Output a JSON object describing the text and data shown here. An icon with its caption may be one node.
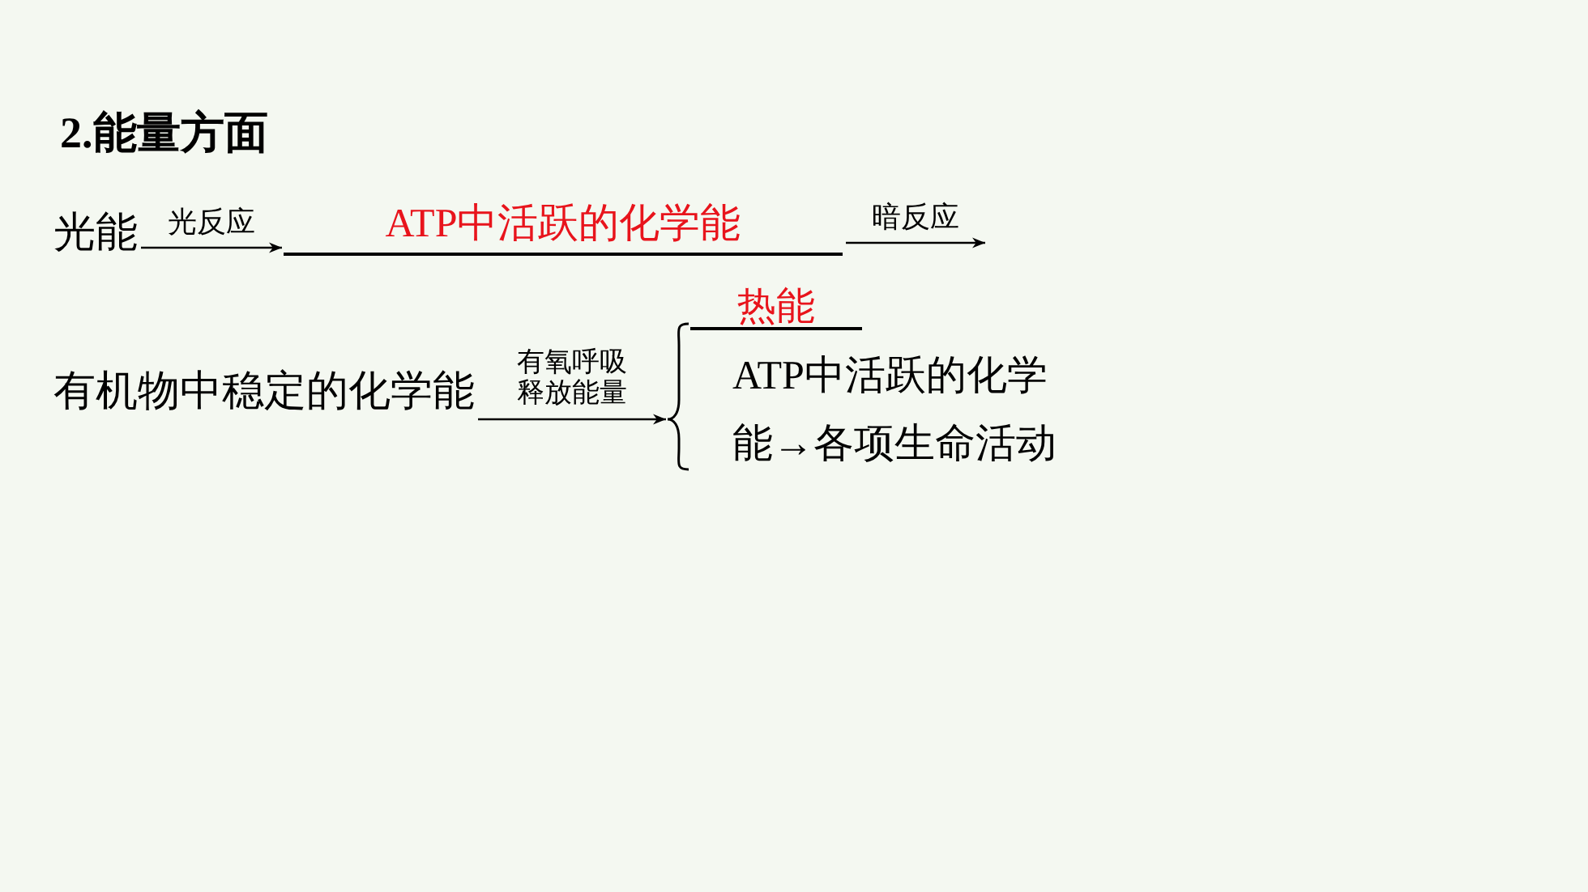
{
  "diagram": {
    "title": "2.能量方面",
    "nodes": [
      {
        "text": [
          "光能"
        ]
      },
      {
        "text": [
          "ATP中活跃的化学能"
        ]
      },
      {
        "text": [
          "有机物中稳定的化学能"
        ]
      },
      {
        "text": [],
        "shape": "brace"
      },
      {
        "text": [
          "热能"
        ],
        "in": 3
      },
      {
        "text": [
          "ATP中活跃的化学能→各项生命活动"
        ],
        "in": 3
      }
    ],
    "edges": [
      {
        "from": 0,
        "to": 1,
        "arrow": "to",
        "label": "光反应"
      },
      {
        "from": 1,
        "to": null,
        "arrow": "to",
        "label": "暗反应"
      },
      {
        "from": 2,
        "to": 3,
        "arrow": "to",
        "label": "有氧呼吸释放能量"
      }
    ]
  }
}
